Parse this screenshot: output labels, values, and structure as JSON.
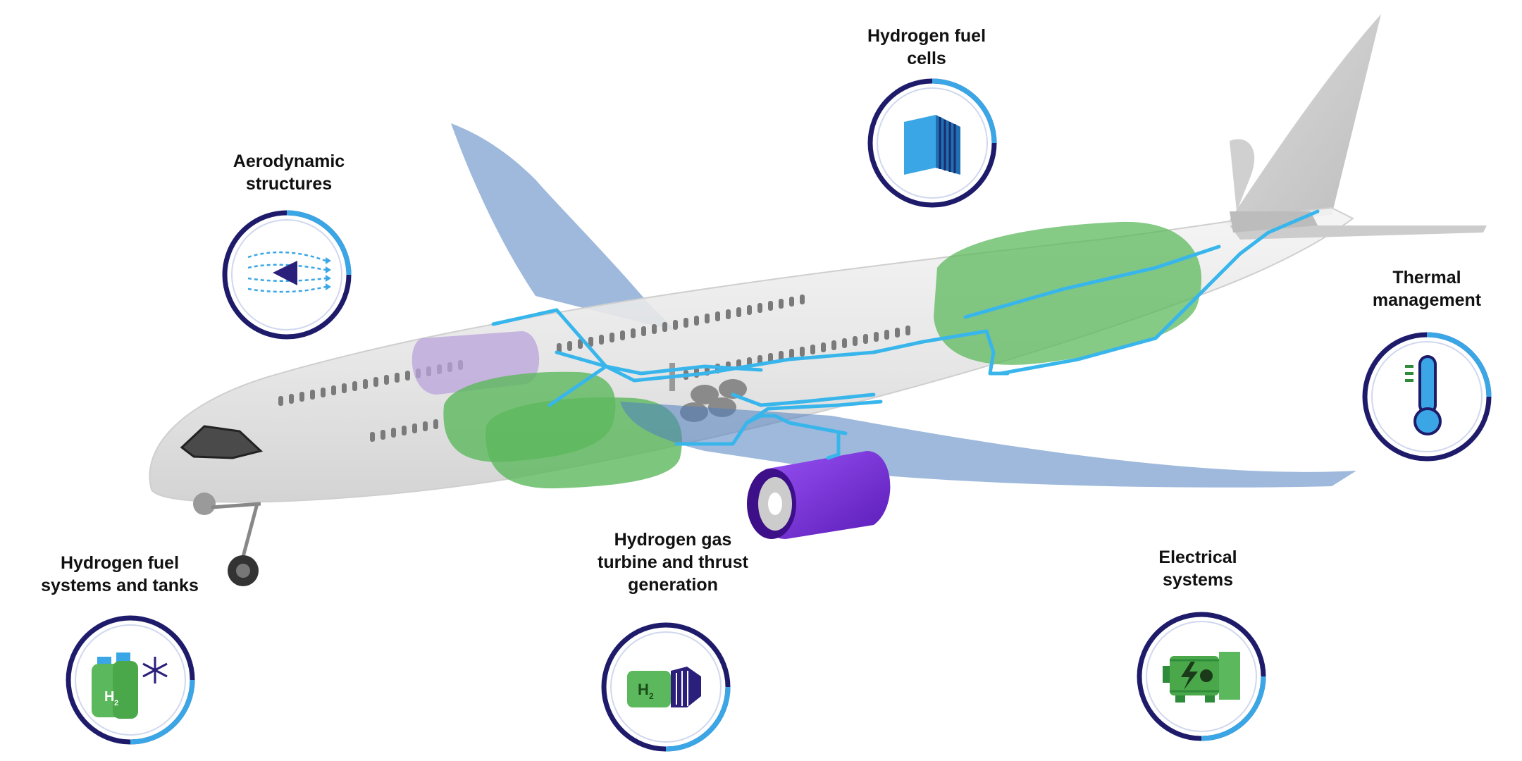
{
  "labels": {
    "aero": [
      "Aerodynamic",
      "structures"
    ],
    "fuelcells": [
      "Hydrogen fuel",
      "cells"
    ],
    "thermal": [
      "Thermal",
      "management"
    ],
    "tanks": [
      "Hydrogen fuel",
      "systems and tanks"
    ],
    "turbine": [
      "Hydrogen gas",
      "turbine and thrust",
      "generation"
    ],
    "electrical": [
      "Electrical",
      "systems"
    ]
  },
  "icons": {
    "aero": "airflow-wing-icon",
    "fuelcells": "fuel-cell-stack-icon",
    "thermal": "thermometer-icon",
    "tanks": "hydrogen-tank-snowflake-icon",
    "turbine": "hydrogen-turbine-icon",
    "electrical": "electric-motor-icon"
  },
  "h2_text": "H",
  "h2_sub": "2",
  "colors": {
    "ring_dark": "#1f1b6b",
    "ring_light": "#3aa6e6",
    "tank_green": "#5cb85c",
    "pipe_blue": "#38b6ec",
    "engine_purple": "#7a2ee0",
    "wing_blue": "#4f7fbf",
    "fuselage": "#e6e6e6"
  }
}
